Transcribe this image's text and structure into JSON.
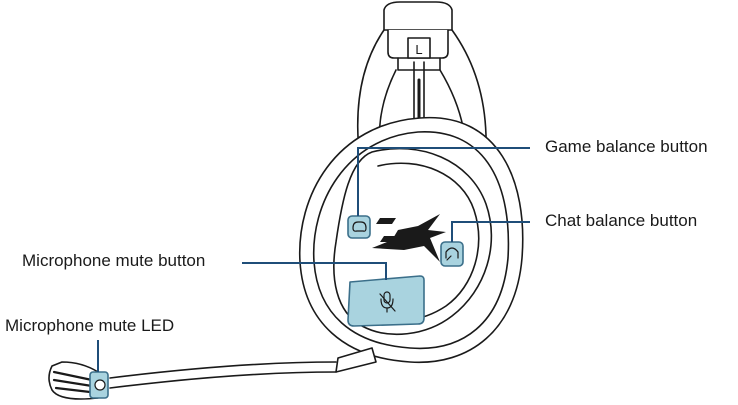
{
  "callouts": {
    "game_balance": "Game balance button",
    "chat_balance": "Chat balance button",
    "mic_mute": "Microphone mute button",
    "mic_mute_led": "Microphone mute LED"
  },
  "headband_side_marker": "L",
  "colors": {
    "outline": "#1a1a1a",
    "highlight_fill": "#a9d3df",
    "highlight_stroke": "#3b6f8a",
    "leader_line": "#1f4e79"
  },
  "icons": {
    "game_button": "game-controller-icon",
    "chat_button": "headset-chat-icon",
    "mic_button": "microphone-mute-icon",
    "brand_logo": "hyperx-logo"
  }
}
